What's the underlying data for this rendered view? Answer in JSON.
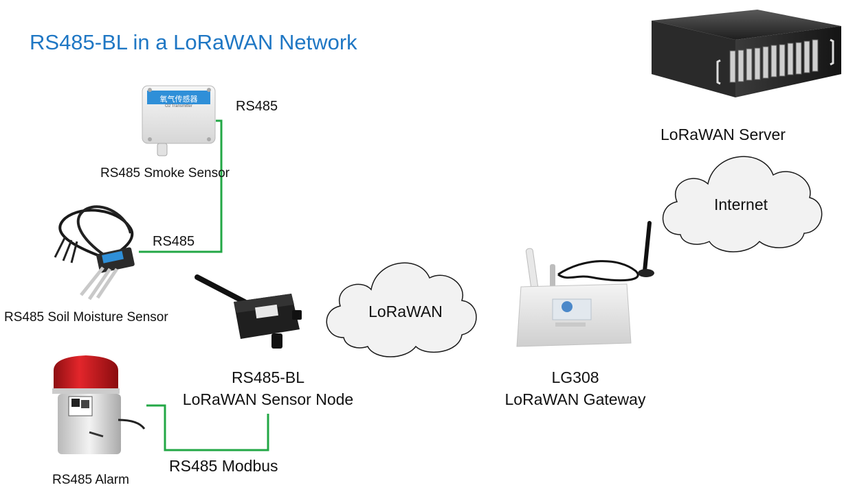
{
  "title": "RS485-BL in a LoRaWAN Network",
  "colors": {
    "title": "#1f77c4",
    "wire": "#22a745",
    "cloud_fill": "#f2f2f2",
    "cloud_stroke": "#1a1a1a"
  },
  "devices": {
    "smoke_sensor": {
      "label": "RS485 Smoke Sensor",
      "plate_text": "氧气传感器",
      "plate_subtext": "O2 Transmitter"
    },
    "soil_sensor": {
      "label": "RS485 Soil Moisture Sensor"
    },
    "alarm": {
      "label": "RS485 Alarm"
    },
    "node": {
      "label_line1": "RS485-BL",
      "label_line2": "LoRaWAN Sensor Node"
    },
    "gateway": {
      "label_line1": "LG308",
      "label_line2": "LoRaWAN Gateway"
    },
    "server": {
      "label": "LoRaWAN Server"
    }
  },
  "connections": {
    "smoke_link": "RS485",
    "soil_link": "RS485",
    "alarm_link": "RS485 Modbus"
  },
  "clouds": {
    "lorawan": "LoRaWAN",
    "internet": "Internet"
  }
}
